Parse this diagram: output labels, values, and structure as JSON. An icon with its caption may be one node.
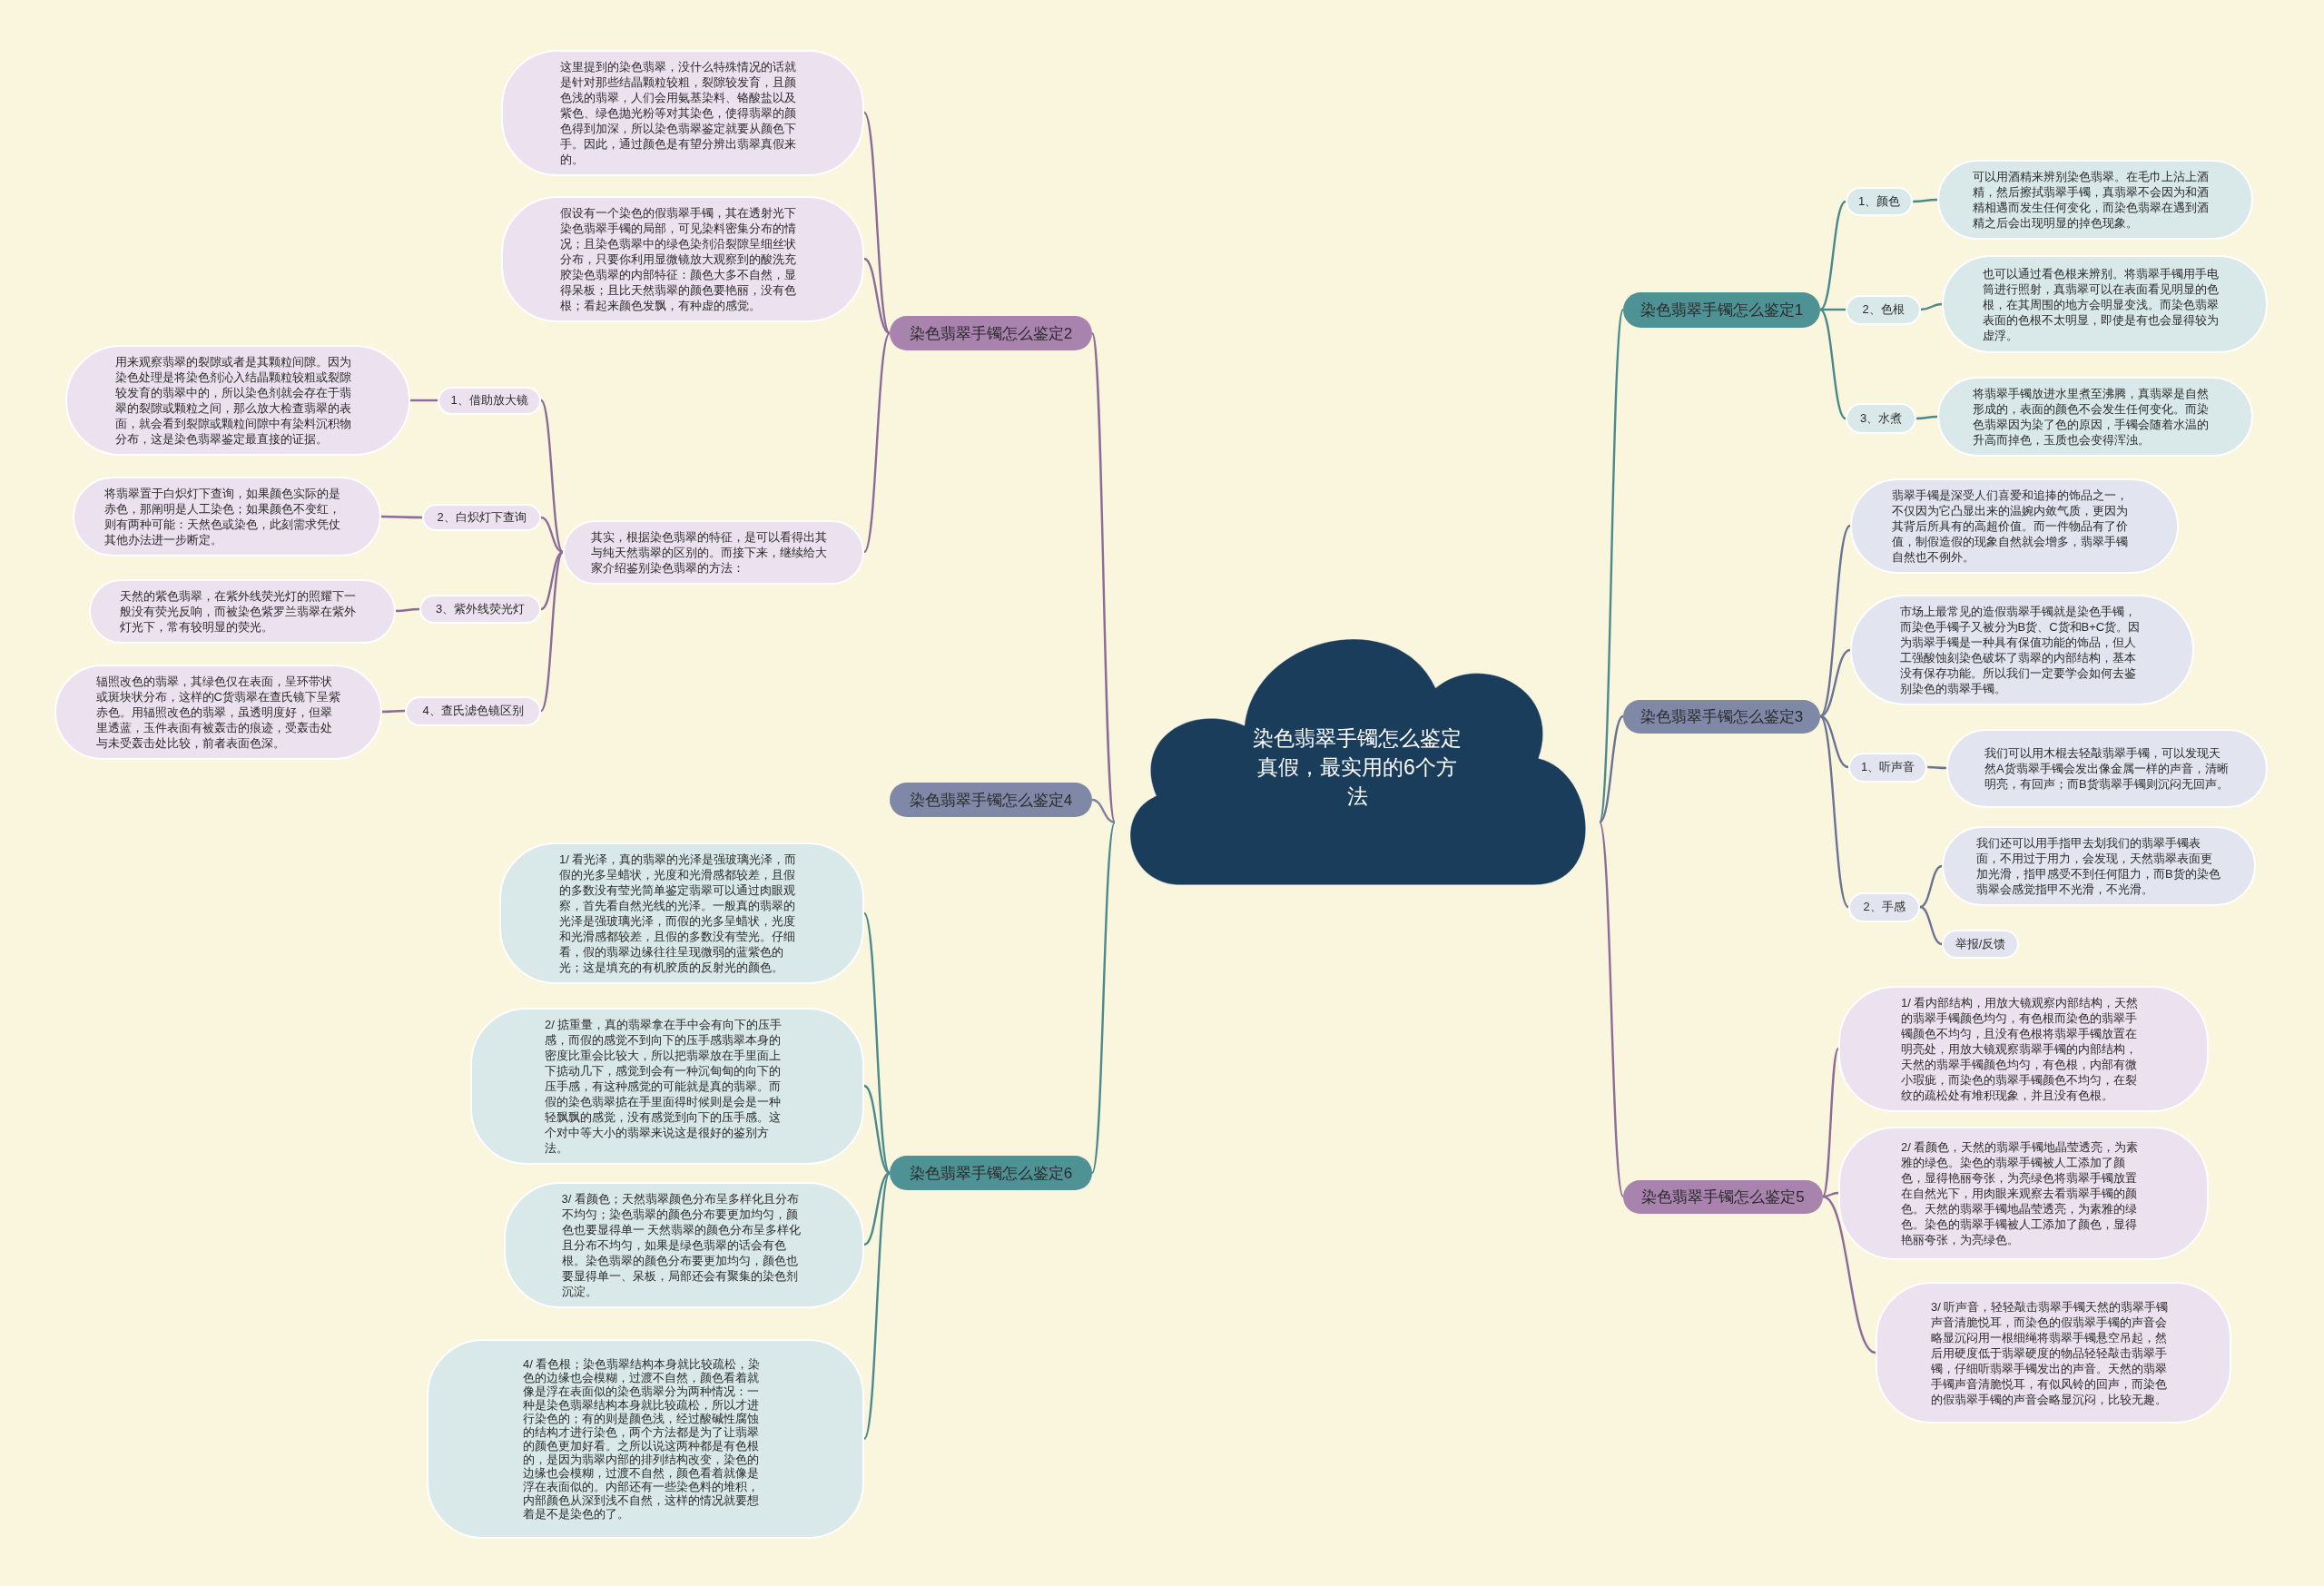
{
  "diagram": {
    "nodes": [
      {
        "text": [
          "染色翡翠手镯怎么鉴定真假，最实用的6个方法"
        ]
      },
      {
        "text": [
          "染色翡翠手镯怎么鉴定2"
        ]
      },
      {
        "text": [
          "这里提到的染色翡翠，没什么特殊情况的话就是针对那些结晶颗粒较粗，裂隙较发育，且颜色浅的翡翠，人们会用氨基染料、铬酸盐以及紫色、绿色抛光粉等对其染色，使得翡翠的颜色得到加深，所以染色翡翠鉴定就要从颜色下手。因此，通过颜色是有望分辨出翡翠真假来的。"
        ]
      },
      {
        "text": [
          "假设有一个染色的假翡翠手镯，其在透射光下染色翡翠手镯的局部，可见染料密集分布的情况；且染色翡翠中的绿色染剂沿裂隙呈细丝状分布，只要你利用显微镜放大观察到的酸洗充胶染色翡翠的内部特征：颜色大多不自然，显得呆板；且比天然翡翠的颜色要艳丽，没有色根；看起来颜色发飘，有种虚的感觉。"
        ]
      },
      {
        "text": [
          "其实，根据染色翡翠的特征，是可以看得出其与纯天然翡翠的区别的。而接下来，继续给大家介绍鉴别染色翡翠的方法："
        ]
      },
      {
        "text": [
          "1、借助放大镜"
        ]
      },
      {
        "text": [
          "用来观察翡翠的裂隙或者是其颗粒间隙。因为染色处理是将染色剂沁入结晶颗粒较粗或裂隙较发育的翡翠中的，所以染色剂就会存在于翡翠的裂隙或颗粒之间，那么放大检查翡翠的表面，就会看到裂隙或颗粒间隙中有染料沉积物分布，这是染色翡翠鉴定最直接的证据。"
        ]
      },
      {
        "text": [
          "2、白炽灯下查询"
        ]
      },
      {
        "text": [
          "将翡翠置于白炽灯下查询，如果颜色实际的是赤色，那阐明是人工染色；如果颜色不变红，则有两种可能：天然色或染色，此刻需求凭仗其他办法进一步断定。"
        ]
      },
      {
        "text": [
          "3、紫外线荧光灯"
        ]
      },
      {
        "text": [
          "天然的紫色翡翠，在紫外线荧光灯的照耀下一般没有荧光反响，而被染色紫罗兰翡翠在紫外灯光下，常有较明显的荧光。"
        ]
      },
      {
        "text": [
          "4、查氏滤色镜区别"
        ]
      },
      {
        "text": [
          "辐照改色的翡翠，其绿色仅在表面，呈环带状或斑块状分布，这样的C货翡翠在查氏镜下呈紫赤色。用辐照改色的翡翠，虽透明度好，但翠里透蓝，玉件表面有被轰击的痕迹，受轰击处与未受轰击处比较，前者表面色深。"
        ]
      },
      {
        "text": [
          "染色翡翠手镯怎么鉴定4"
        ]
      },
      {
        "text": [
          "染色翡翠手镯怎么鉴定6"
        ]
      },
      {
        "text": [
          "1/ 看光泽，真的翡翠的光泽是强玻璃光泽，而假的光多呈蜡状，光度和光滑感都较差，且假的多数没有莹光简单鉴定翡翠可以通过肉眼观察，首先看自然光线的光泽。一般真的翡翠的光泽是强玻璃光泽，而假的光多呈蜡状，光度和光滑感都较差，且假的多数没有莹光。仔细看，假的翡翠边缘往往呈现微弱的蓝紫色的光；这是填充的有机胶质的反射光的颜色。"
        ]
      },
      {
        "text": [
          "2/ 掂重量，真的翡翠拿在手中会有向下的压手感，而假的感觉不到向下的压手感翡翠本身的密度比重会比较大，所以把翡翠放在手里面上下掂动几下，感觉到会有一种沉甸甸的向下的压手感，有这种感觉的可能就是真的翡翠。而假的染色翡翠掂在手里面得时候则是会是一种轻飘飘的感觉，没有感觉到向下的压手感。这个对中等大小的翡翠来说这是很好的鉴别方法。"
        ]
      },
      {
        "text": [
          "3/ 看颜色；天然翡翠颜色分布呈多样化且分布不均匀；染色翡翠的颜色分布要更加均匀，颜色也要显得单一 天然翡翠的颜色分布呈多样化且分布不均匀，如果是绿色翡翠的话会有色根。染色翡翠的颜色分布要更加均匀，颜色也要显得单一、呆板，局部还会有聚集的染色剂沉淀。"
        ]
      },
      {
        "text": [
          "4/ 看色根；染色翡翠结构本身就比较疏松，染色的边缘也会模糊，过渡不自然，颜色看着就像是浮在表面似的染色翡翠分为两种情况：一种是染色翡翠结构本身就比较疏松，所以才进行染色的；有的则是颜色浅，经过酸碱性腐蚀的结构才进行染色，两个方法都是为了让翡翠的颜色更加好看。之所以说这两种都是有色根的，是因为翡翠内部的排列结构改变，染色的边缘也会模糊，过渡不自然，颜色看着就像是浮在表面似的。内部还有一些染色料的堆积，内部颜色从深到浅不自然，这样的情况就要想着是不是染色的了。"
        ]
      },
      {
        "text": [
          "染色翡翠手镯怎么鉴定1"
        ]
      },
      {
        "text": [
          "1、颜色"
        ]
      },
      {
        "text": [
          "可以用酒精来辨别染色翡翠。在毛巾上沾上酒精，然后擦拭翡翠手镯，真翡翠不会因为和酒精相遇而发生任何变化，而染色翡翠在遇到酒精之后会出现明显的掉色现象。"
        ]
      },
      {
        "text": [
          "2、色根"
        ]
      },
      {
        "text": [
          "也可以通过看色根来辨别。将翡翠手镯用手电筒进行照射，真翡翠可以在表面看见明显的色根，在其周围的地方会明显变浅。而染色翡翠表面的色根不太明显，即使是有也会显得较为虚浮。"
        ]
      },
      {
        "text": [
          "3、水煮"
        ]
      },
      {
        "text": [
          "将翡翠手镯放进水里煮至沸腾，真翡翠是自然形成的，表面的颜色不会发生任何变化。而染色翡翠因为染了色的原因，手镯会随着水温的升高而掉色，玉质也会变得浑浊。"
        ]
      },
      {
        "text": [
          "染色翡翠手镯怎么鉴定3"
        ]
      },
      {
        "text": [
          "翡翠手镯是深受人们喜爱和追捧的饰品之一，不仅因为它凸显出来的温婉内敛气质，更因为其背后所具有的高超价值。而一件物品有了价值，制假造假的现象自然就会增多，翡翠手镯自然也不例外。"
        ]
      },
      {
        "text": [
          "市场上最常见的造假翡翠手镯就是染色手镯，而染色手镯子又被分为B货、C货和B+C货。因为翡翠手镯是一种具有保值功能的饰品，但人工强酸蚀刻染色破坏了翡翠的内部结构，基本没有保存功能。所以我们一定要学会如何去鉴别染色的翡翠手镯。"
        ]
      },
      {
        "text": [
          "1、听声音"
        ]
      },
      {
        "text": [
          "我们可以用木棍去轻敲翡翠手镯，可以发现天然A货翡翠手镯会发出像金属一样的声音，清晰明亮，有回声；而B货翡翠手镯则沉闷无回声。"
        ]
      },
      {
        "text": [
          "2、手感"
        ]
      },
      {
        "text": [
          "我们还可以用手指甲去划我们的翡翠手镯表面，不用过于用力，会发现，天然翡翠表面更加光滑，指甲感受不到任何阻力，而B货的染色翡翠会感觉指甲不光滑，不光滑。"
        ]
      },
      {
        "text": [
          "举报/反馈"
        ]
      },
      {
        "text": [
          "染色翡翠手镯怎么鉴定5"
        ]
      },
      {
        "text": [
          "1/ 看内部结构，用放大镜观察内部结构，天然的翡翠手镯颜色均匀，有色根而染色的翡翠手镯颜色不均匀，且没有色根将翡翠手镯放置在明亮处，用放大镜观察翡翠手镯的内部结构，天然的翡翠手镯颜色均匀，有色根，内部有微小瑕疵，而染色的翡翠手镯颜色不均匀，在裂纹的疏松处有堆积现象，并且没有色根。"
        ]
      },
      {
        "text": [
          "2/ 看颜色，天然的翡翠手镯地晶莹透亮，为素雅的绿色。染色的翡翠手镯被人工添加了颜色，显得艳丽夸张，为亮绿色将翡翠手镯放置在自然光下，用肉眼来观察去看翡翠手镯的颜色。天然的翡翠手镯地晶莹透亮，为素雅的绿色。染色的翡翠手镯被人工添加了颜色，显得艳丽夸张，为亮绿色。"
        ]
      },
      {
        "text": [
          "3/ 听声音，轻轻敲击翡翠手镯天然的翡翠手镯声音清脆悦耳，而染色的假翡翠手镯的声音会略显沉闷用一根细绳将翡翠手镯悬空吊起，然后用硬度低于翡翠硬度的物品轻轻敲击翡翠手镯，仔细听翡翠手镯发出的声音。天然的翡翠手镯声音清脆悦耳，有似风铃的回声，而染色的假翡翠手镯的声音会略显沉闷，比较无趣。"
        ]
      }
    ],
    "edges": [
      {
        "from": 0,
        "to": 1,
        "arrow": "none"
      },
      {
        "from": 0,
        "to": 13,
        "arrow": "none",
        "color": "#7d7f9e"
      },
      {
        "from": 0,
        "to": 14,
        "arrow": "none",
        "color": "#4a8a8c"
      },
      {
        "from": 0,
        "to": 19,
        "arrow": "none",
        "color": "#4a8a8c"
      },
      {
        "from": 0,
        "to": 26,
        "arrow": "none",
        "color": "#6a7492"
      },
      {
        "from": 0,
        "to": 34,
        "arrow": "none"
      },
      {
        "from": 1,
        "to": 2,
        "arrow": "none"
      },
      {
        "from": 1,
        "to": 3,
        "arrow": "none"
      },
      {
        "from": 1,
        "to": 4,
        "arrow": "none"
      },
      {
        "from": 4,
        "to": 5,
        "arrow": "none"
      },
      {
        "from": 5,
        "to": 6,
        "arrow": "none"
      },
      {
        "from": 4,
        "to": 7,
        "arrow": "none"
      },
      {
        "from": 7,
        "to": 8,
        "arrow": "none"
      },
      {
        "from": 4,
        "to": 9,
        "arrow": "none"
      },
      {
        "from": 9,
        "to": 10,
        "arrow": "none"
      },
      {
        "from": 4,
        "to": 11,
        "arrow": "none"
      },
      {
        "from": 11,
        "to": 12,
        "arrow": "none"
      },
      {
        "from": 14,
        "to": 15,
        "arrow": "none",
        "color": "#4a8a8c"
      },
      {
        "from": 14,
        "to": 16,
        "arrow": "none",
        "color": "#4a8a8c"
      },
      {
        "from": 14,
        "to": 17,
        "arrow": "none",
        "color": "#4a8a8c"
      },
      {
        "from": 14,
        "to": 18,
        "arrow": "none",
        "color": "#4a8a8c"
      },
      {
        "from": 19,
        "to": 20,
        "arrow": "none",
        "color": "#4a8a8c"
      },
      {
        "from": 20,
        "to": 21,
        "arrow": "none",
        "color": "#4a8a8c"
      },
      {
        "from": 19,
        "to": 22,
        "arrow": "none",
        "color": "#4a8a8c"
      },
      {
        "from": 22,
        "to": 23,
        "arrow": "none",
        "color": "#4a8a8c"
      },
      {
        "from": 19,
        "to": 24,
        "arrow": "none",
        "color": "#4a8a8c"
      },
      {
        "from": 24,
        "to": 25,
        "arrow": "none",
        "color": "#4a8a8c"
      },
      {
        "from": 26,
        "to": 27,
        "arrow": "none",
        "color": "#6a7492"
      },
      {
        "from": 26,
        "to": 28,
        "arrow": "none",
        "color": "#6a7492"
      },
      {
        "from": 26,
        "to": 29,
        "arrow": "none",
        "color": "#6a7492"
      },
      {
        "from": 29,
        "to": 30,
        "arrow": "none",
        "color": "#6a7492"
      },
      {
        "from": 26,
        "to": 31,
        "arrow": "none",
        "color": "#6a7492"
      },
      {
        "from": 31,
        "to": 32,
        "arrow": "none",
        "color": "#6a7492"
      },
      {
        "from": 31,
        "to": 33,
        "arrow": "none",
        "color": "#6a7492"
      },
      {
        "from": 34,
        "to": 35,
        "arrow": "none"
      },
      {
        "from": 34,
        "to": 36,
        "arrow": "none"
      },
      {
        "from": 34,
        "to": 37,
        "arrow": "none"
      }
    ]
  }
}
